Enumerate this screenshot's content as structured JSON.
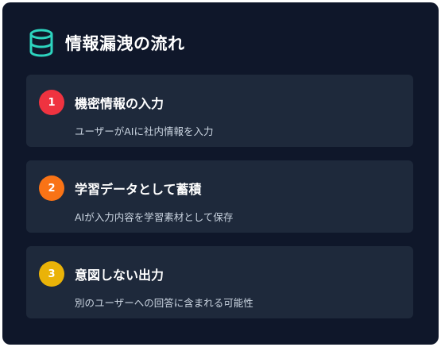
{
  "panel": {
    "icon": "database-icon",
    "title": "情報漏洩の流れ",
    "accent_color": "#2dd4bf"
  },
  "steps": [
    {
      "number": "1",
      "title": "機密情報の入力",
      "description": "ユーザーがAIに社内情報を入力",
      "badge_color": "#ef3340"
    },
    {
      "number": "2",
      "title": "学習データとして蓄積",
      "description": "AIが入力内容を学習素材として保存",
      "badge_color": "#f97316"
    },
    {
      "number": "3",
      "title": "意図しない出力",
      "description": "別のユーザーへの回答に含まれる可能性",
      "badge_color": "#eab308"
    }
  ]
}
